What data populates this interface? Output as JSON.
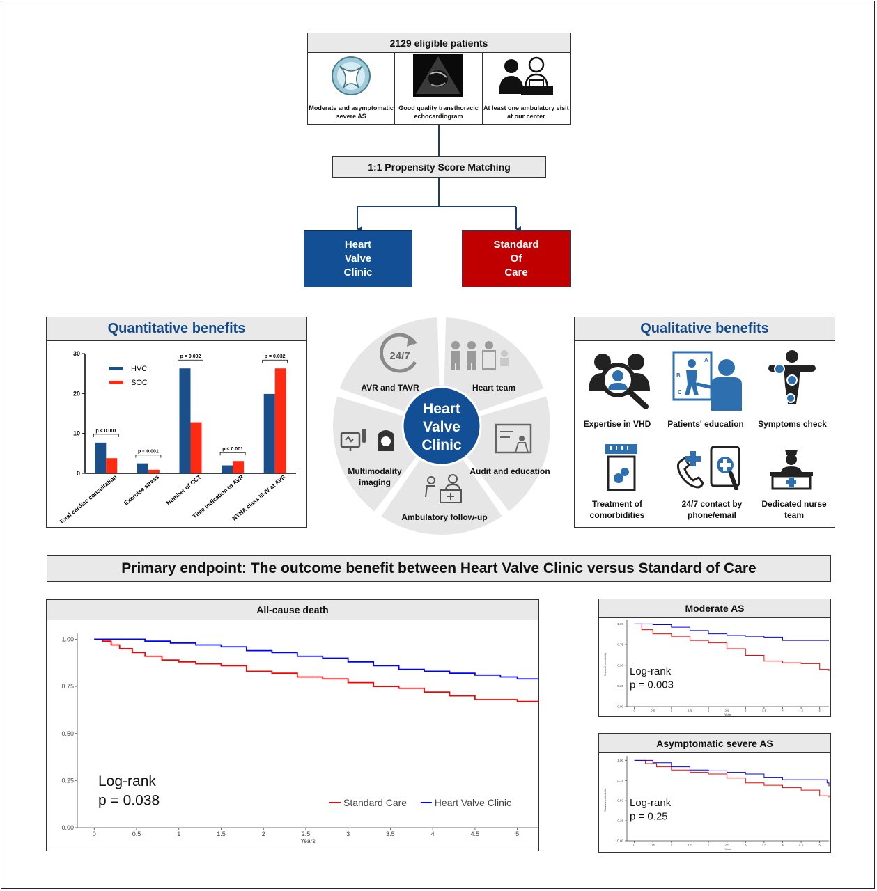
{
  "flow": {
    "eligible": "2129 eligible patients",
    "criteria": [
      {
        "label": "Moderate and asymptomatic severe AS",
        "icon": "aortic-valve-icon"
      },
      {
        "label": "Good quality transthoracic echocardiogram",
        "icon": "echocardiogram-image"
      },
      {
        "label": "At least one ambulatory visit at our center",
        "icon": "doctor-patient-icon"
      }
    ],
    "matching": "1:1 Propensity Score Matching",
    "arm_hvc": [
      "Heart",
      "Valve",
      "Clinic"
    ],
    "arm_soc": [
      "Standard",
      "Of",
      "Care"
    ]
  },
  "quantitative": {
    "title": "Quantitative benefits",
    "legend": [
      "HVC",
      "SOC"
    ]
  },
  "wheel": {
    "center": [
      "Heart",
      "Valve",
      "Clinic"
    ],
    "segments": [
      "AVR and TAVR",
      "Heart team",
      "Audit and education",
      "Ambulatory  follow-up",
      "Multimodality imaging"
    ],
    "clock_text": "24/7"
  },
  "qualitative": {
    "title": "Qualitative benefits",
    "items": [
      "Expertise in VHD",
      "Patients' education",
      "Symptoms check",
      "Treatment of comorbidities",
      "24/7 contact by phone/email",
      "Dedicated nurse team"
    ]
  },
  "endpoint": {
    "title": "Primary endpoint: The outcome benefit between Heart Valve Clinic versus Standard of Care"
  },
  "colors": {
    "hvc": "#134f94",
    "soc": "#c00000",
    "bar_hvc": "#1b4f8a",
    "bar_soc": "#ff2a12",
    "km_red": "#ff0000",
    "km_blue": "#0000ff"
  },
  "chart_data": [
    {
      "type": "bar",
      "categories": [
        "Total cardiac consultation",
        "Exercise stress",
        "Number of CCT",
        "Time indication to AVR",
        "NYHA class III-IV at AVR"
      ],
      "series": [
        {
          "name": "HVC",
          "values": [
            7.7,
            2.5,
            26.3,
            2.0,
            19.9
          ]
        },
        {
          "name": "SOC",
          "values": [
            3.8,
            0.9,
            12.8,
            3.1,
            26.3
          ]
        }
      ],
      "pvalues": [
        "p < 0.001",
        "p < 0.001",
        "p = 0.002",
        "p < 0.001",
        "p = 0.032"
      ],
      "ylim": [
        0,
        30
      ],
      "yticks": [
        "0",
        "10",
        "20",
        "30"
      ],
      "legend": "top-left"
    },
    {
      "type": "line",
      "title": "All-cause death",
      "xlabel": "Years",
      "xlim": [
        -0.2,
        5.25
      ],
      "ylim": [
        0,
        1.02
      ],
      "xticks": [
        "0",
        "0.5",
        "1",
        "1.5",
        "2",
        "2.5",
        "3",
        "3.5",
        "4",
        "4.5",
        "5"
      ],
      "yticks": [
        "0.00",
        "0.25",
        "0.50",
        "0.75",
        "1.00"
      ],
      "series": [
        {
          "name": "Standard Care",
          "x": [
            0,
            0.1,
            0.2,
            0.3,
            0.45,
            0.6,
            0.8,
            1.0,
            1.2,
            1.5,
            1.8,
            2.1,
            2.4,
            2.7,
            3.0,
            3.3,
            3.6,
            3.9,
            4.2,
            4.5,
            4.8,
            5.0,
            5.25
          ],
          "y": [
            1.0,
            0.99,
            0.97,
            0.95,
            0.93,
            0.91,
            0.89,
            0.88,
            0.87,
            0.86,
            0.83,
            0.82,
            0.8,
            0.79,
            0.77,
            0.75,
            0.74,
            0.72,
            0.7,
            0.68,
            0.68,
            0.67,
            0.67
          ]
        },
        {
          "name": "Heart Valve Clinic",
          "x": [
            0,
            0.3,
            0.6,
            0.9,
            1.2,
            1.5,
            1.8,
            2.1,
            2.4,
            2.7,
            3.0,
            3.3,
            3.6,
            3.9,
            4.2,
            4.5,
            4.8,
            5.0,
            5.25
          ],
          "y": [
            1.0,
            1.0,
            0.99,
            0.98,
            0.97,
            0.96,
            0.94,
            0.93,
            0.91,
            0.9,
            0.88,
            0.86,
            0.84,
            0.83,
            0.82,
            0.81,
            0.8,
            0.79,
            0.79
          ]
        }
      ],
      "annotation": [
        "Log-rank",
        "p = 0.038"
      ],
      "legend": "bottom-right"
    },
    {
      "type": "line",
      "title": "Moderate AS",
      "xlabel": "Years",
      "ylabel": "Survival probability",
      "xlim": [
        -0.2,
        5.25
      ],
      "ylim": [
        0,
        1.02
      ],
      "xticks": [
        "0",
        "0.5",
        "1",
        "1.5",
        "2",
        "2.5",
        "3",
        "3.5",
        "4",
        "4.5",
        "5"
      ],
      "yticks": [
        "0.00",
        "0.25",
        "0.50",
        "0.75",
        "1.00"
      ],
      "series": [
        {
          "x": [
            0,
            0.2,
            0.5,
            1.0,
            1.5,
            2.0,
            2.5,
            3.0,
            3.5,
            4.0,
            4.5,
            5.0,
            5.25
          ],
          "y": [
            1.0,
            0.93,
            0.88,
            0.85,
            0.8,
            0.77,
            0.7,
            0.62,
            0.55,
            0.53,
            0.52,
            0.45,
            0.43
          ]
        },
        {
          "x": [
            0,
            0.5,
            1.0,
            1.5,
            2.0,
            2.5,
            3.0,
            3.5,
            4.0,
            4.5,
            5.0,
            5.25
          ],
          "y": [
            1.0,
            0.99,
            0.96,
            0.92,
            0.88,
            0.86,
            0.85,
            0.84,
            0.8,
            0.8,
            0.8,
            0.8
          ]
        }
      ],
      "annotation": [
        "Log-rank",
        "p = 0.003"
      ]
    },
    {
      "type": "line",
      "title": "Asymptomatic severe AS",
      "xlabel": "Years",
      "ylabel": "Survival probability",
      "xlim": [
        -0.2,
        5.25
      ],
      "ylim": [
        0,
        1.02
      ],
      "xticks": [
        "0",
        "0.5",
        "1",
        "1.5",
        "2",
        "2.5",
        "3",
        "3.5",
        "4",
        "4.5",
        "5"
      ],
      "yticks": [
        "0.00",
        "0.25",
        "0.50",
        "0.75",
        "1.00"
      ],
      "series": [
        {
          "x": [
            0,
            0.3,
            0.6,
            1.0,
            1.5,
            2.0,
            2.5,
            3.0,
            3.5,
            4.0,
            4.5,
            5.0,
            5.25
          ],
          "y": [
            1.0,
            0.96,
            0.92,
            0.88,
            0.85,
            0.83,
            0.78,
            0.72,
            0.69,
            0.66,
            0.63,
            0.56,
            0.54
          ]
        },
        {
          "x": [
            0,
            0.5,
            1.0,
            1.5,
            2.0,
            2.5,
            3.0,
            3.5,
            4.0,
            4.5,
            5.0,
            5.2,
            5.25
          ],
          "y": [
            1.0,
            0.97,
            0.92,
            0.88,
            0.87,
            0.85,
            0.83,
            0.79,
            0.76,
            0.76,
            0.76,
            0.72,
            0.68
          ]
        }
      ],
      "annotation": [
        "Log-rank",
        "p = 0.25"
      ]
    }
  ]
}
